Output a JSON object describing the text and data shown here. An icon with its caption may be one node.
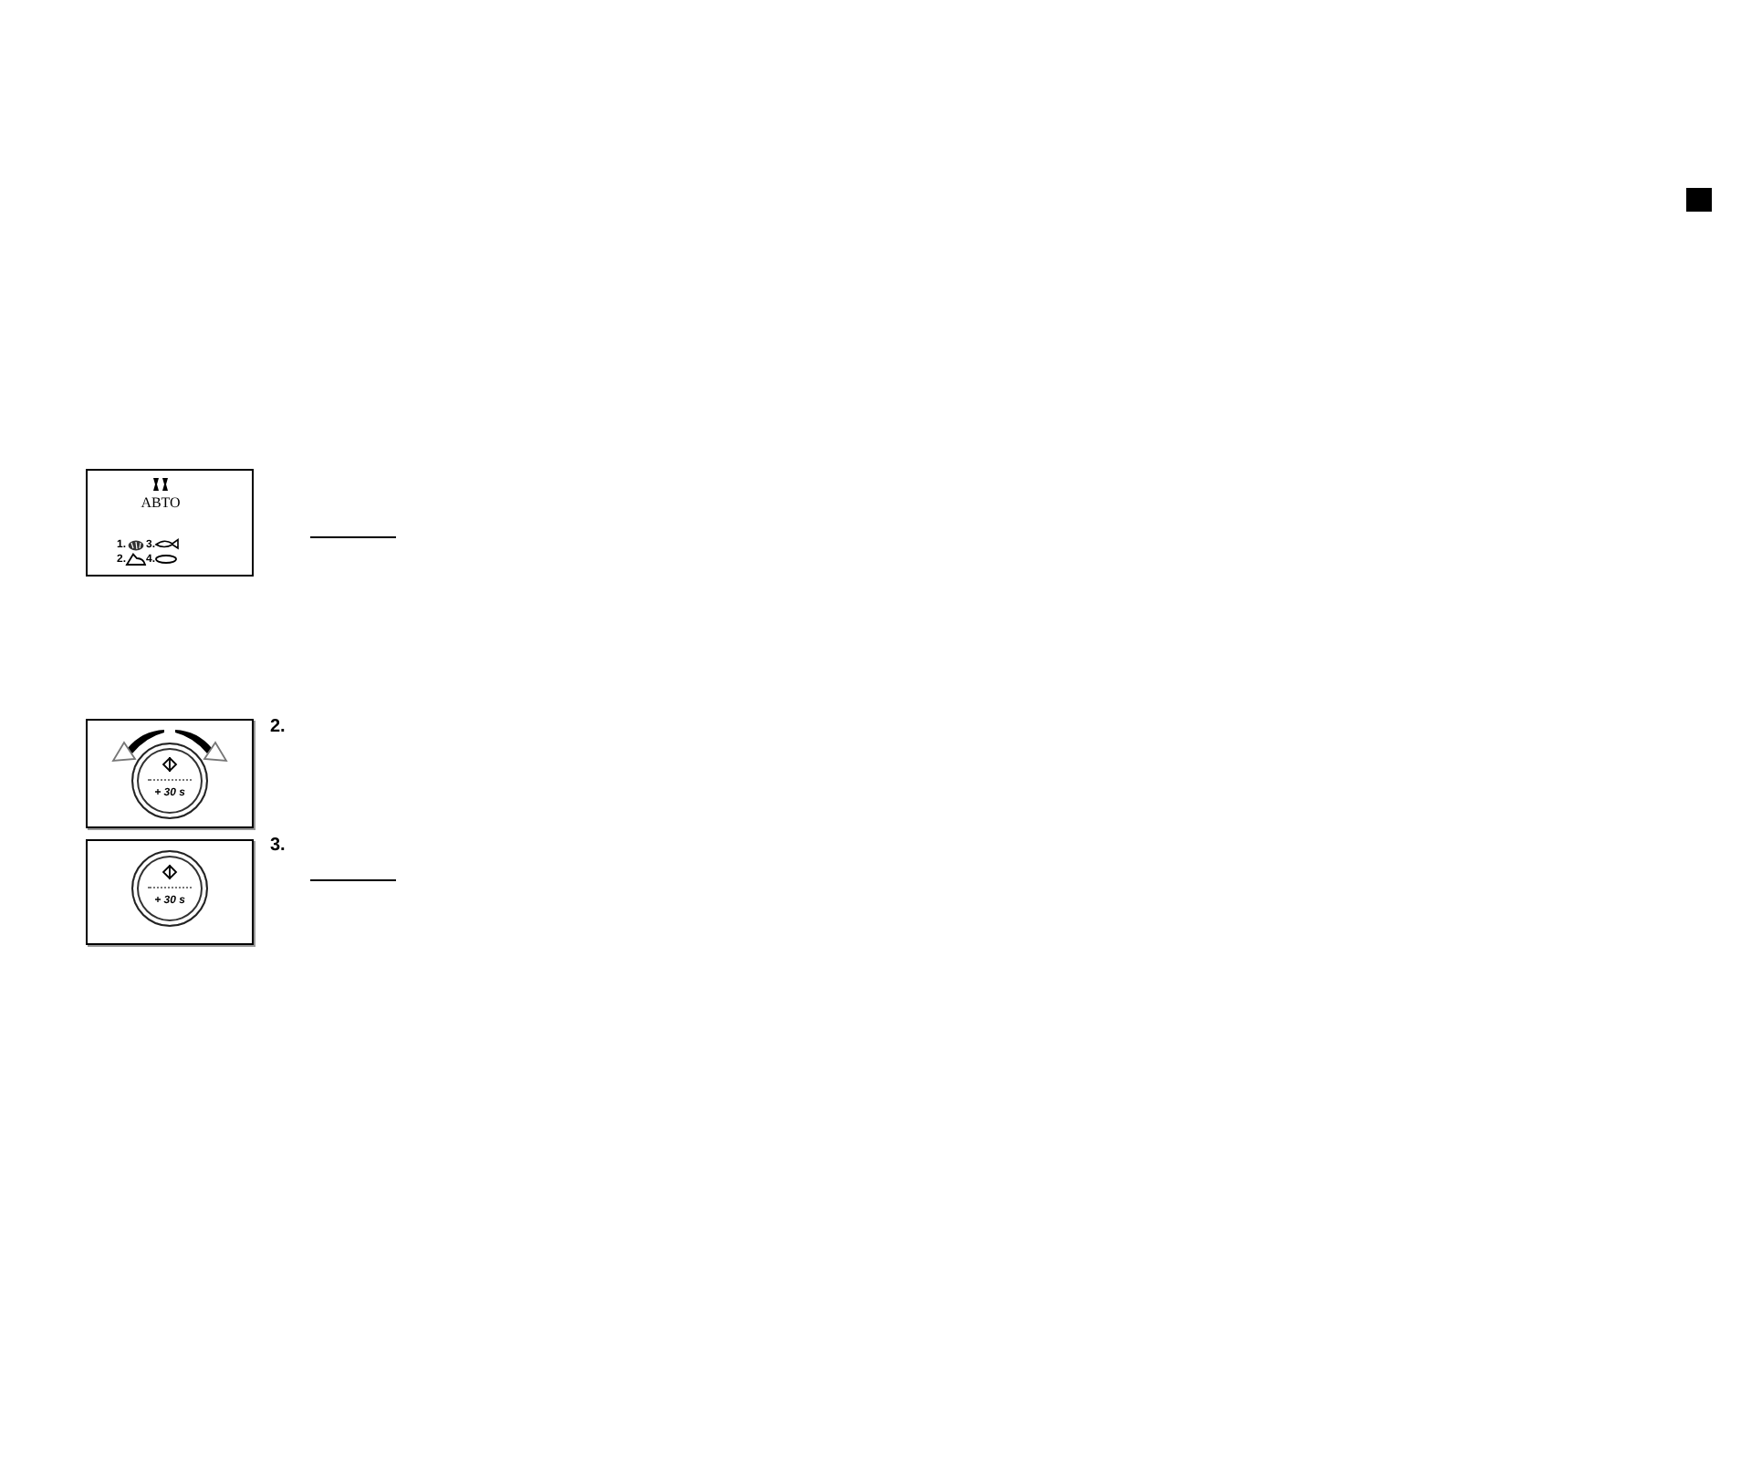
{
  "diagram": {
    "nodes": [
      {
        "text": [
          "АВТО",
          "1.",
          "3.",
          "2.",
          "4."
        ]
      },
      {
        "text": [],
        "shape": "picture"
      },
      {
        "text": [
          "+ 30 s"
        ],
        "in": 1
      },
      {
        "text": [],
        "shape": "picture"
      },
      {
        "text": [
          "+ 30 s"
        ],
        "in": 3
      }
    ],
    "labels": [
      "2.",
      "3."
    ]
  }
}
